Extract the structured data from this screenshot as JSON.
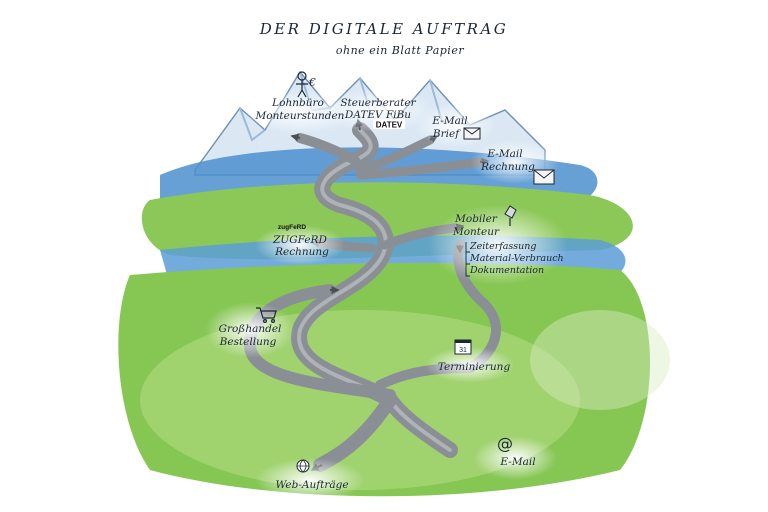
{
  "title": "DER DIGITALE AUFTRAG",
  "subtitle": "ohne ein Blatt Papier",
  "nodes": {
    "lohnbuero": {
      "line1": "Lohnbüro",
      "line2": "Monteurstunden"
    },
    "steuerberater": {
      "line1": "Steuerberater",
      "line2": "DATEV FiBu"
    },
    "email_brief": {
      "line1": "E-Mail",
      "line2": "Brief"
    },
    "email_rechnung": {
      "line1": "E-Mail",
      "line2": "Rechnung"
    },
    "zugferd": {
      "line1": "ZUGFeRD",
      "line2": "Rechnung"
    },
    "mobiler_monteur": {
      "line1": "Mobiler",
      "line2": "Monteur",
      "items": [
        "Zeiterfassung",
        "Material-Verbrauch",
        "Dokumentation"
      ]
    },
    "grosshandel": {
      "line1": "Großhandel",
      "line2": "Bestellung"
    },
    "terminierung": {
      "line1": "Terminierung"
    },
    "web_auftrage": {
      "line1": "Web-Aufträge"
    },
    "email_eingang": {
      "line1": "E-Mail"
    }
  },
  "logos": {
    "datev": "DATEV",
    "zugferd": "zugFeRD",
    "calendar_day": "31",
    "euro_symbol": "€",
    "at_symbol": "@"
  },
  "colors": {
    "sky_mountain": "#9fc1df",
    "mountain_fill": "#d9e7f3",
    "river_blue": "#4b8fce",
    "meadow_green": "#7fc24a",
    "light_green": "#b7dc85",
    "road_gray": "#8a8f95"
  }
}
